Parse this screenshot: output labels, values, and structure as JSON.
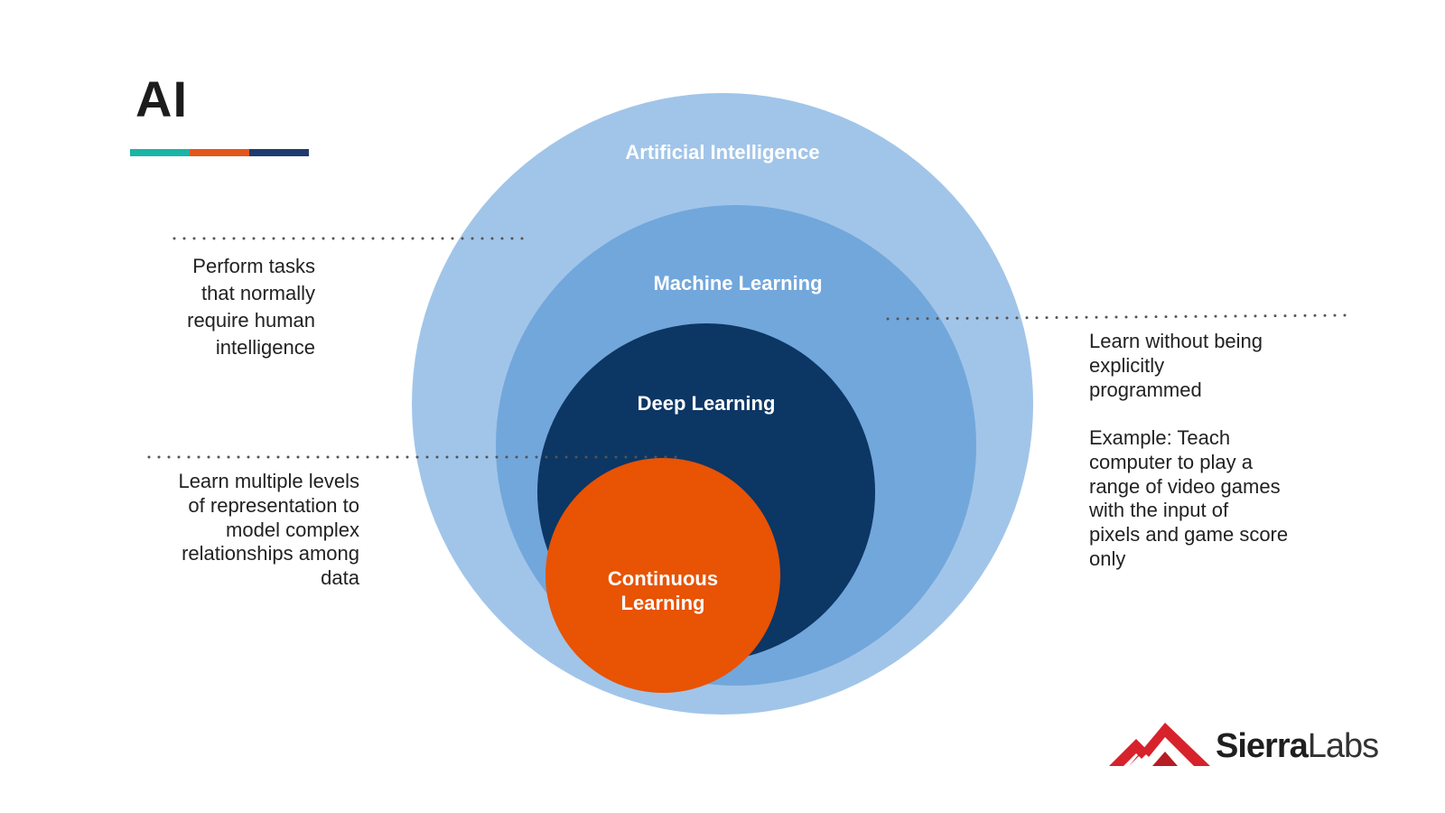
{
  "page": {
    "title": "AI",
    "underline_colors": [
      "#1bb5a7",
      "#e3571a",
      "#1f3a6e"
    ]
  },
  "circles": {
    "ai": {
      "label": "Artificial Intelligence",
      "color": "#a1c5e9"
    },
    "ml": {
      "label": "Machine Learning",
      "color": "#72a7dc"
    },
    "dl": {
      "label": "Deep Learning",
      "color": "#0c3664"
    },
    "cl": {
      "label_line1": "Continuous",
      "label_line2": "Learning",
      "color": "#e85304"
    }
  },
  "descriptions": {
    "ai": "Perform tasks\nthat normally\nrequire human\nintelligence",
    "dl": "Learn multiple levels\nof representation to\nmodel complex\nrelationships among\ndata",
    "ml": "Learn without being\nexplicitly\nprogrammed",
    "ml_example": "Example: Teach\ncomputer to play a\nrange of video games\nwith the input of\npixels and game score\nonly"
  },
  "logo": {
    "name_part1": "Sierra",
    "name_part2": "Labs",
    "mountain_color": "#d7222b"
  }
}
